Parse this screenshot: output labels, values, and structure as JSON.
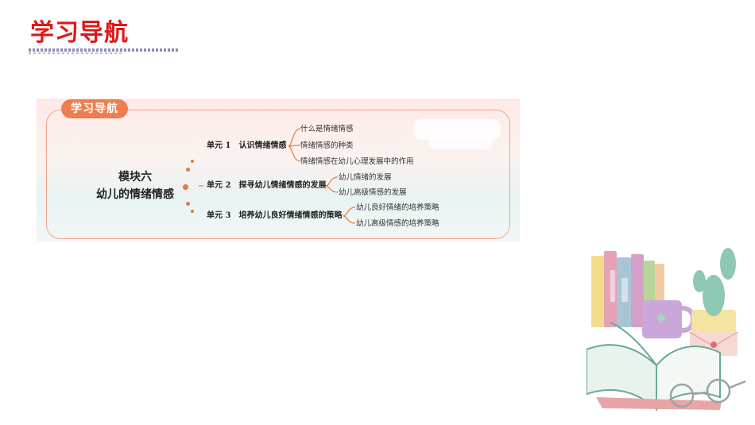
{
  "page": {
    "title": "学习导航"
  },
  "panel": {
    "tag": "学习导航",
    "module": {
      "line1": "模块六",
      "line2": "幼儿的情绪情感"
    },
    "units": [
      {
        "num": "单元 1",
        "title": "认识情绪情感",
        "topics": [
          "什么是情绪情感",
          "情绪情感的种类",
          "情绪情感在幼儿心理发展中的作用"
        ]
      },
      {
        "num": "单元 2",
        "title": "探寻幼儿情绪情感的发展",
        "topics": [
          "幼儿情绪的发展",
          "幼儿高级情感的发展"
        ]
      },
      {
        "num": "单元 3",
        "title": "培养幼儿良好情绪情感的策略",
        "topics": [
          "幼儿良好情绪的培养策略",
          "幼儿高级情感的培养策略"
        ]
      }
    ]
  },
  "colors": {
    "title": "#e01818",
    "accent": "#ee7e4f",
    "frame": "#f0a58b"
  },
  "decor": {
    "illustration": "books-cactus-mug-glasses-illustration"
  }
}
